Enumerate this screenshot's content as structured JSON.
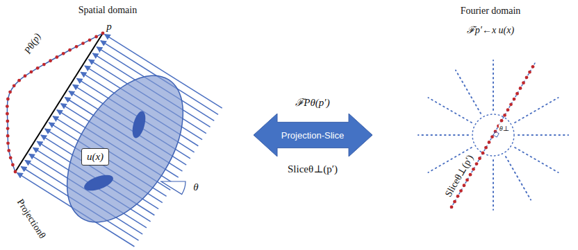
{
  "diagram": {
    "nodes": [
      {
        "text": [
          "u(x)"
        ]
      },
      {
        "text": [
          "Projection-Slice"
        ]
      }
    ],
    "labels": [
      "Spatial domain",
      "Fourier domain",
      "ℱp′←x u(x)",
      "p",
      "Pθ(p)",
      "θ",
      "Projectionθ",
      "ℱPθ(p′)",
      "Sliceθ⊥(p′)",
      "θ⊥",
      "Sliceθ⊥(p′)"
    ]
  }
}
